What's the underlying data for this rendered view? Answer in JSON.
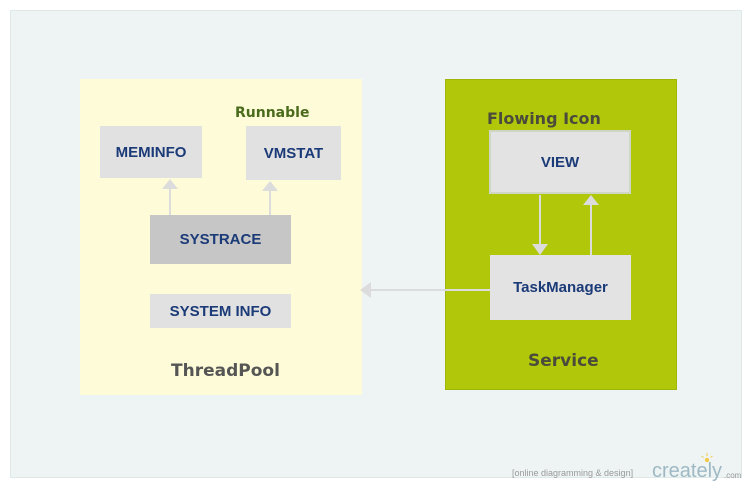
{
  "panels": {
    "threadpool": {
      "title": "ThreadPool",
      "subtitle": "Runnable"
    },
    "service": {
      "title": "Service",
      "subtitle": "Flowing Icon"
    }
  },
  "nodes": {
    "meminfo": "MEMINFO",
    "vmstat": "VMSTAT",
    "systrace": "SYSTRACE",
    "system_info": "SYSTEM INFO",
    "view": "VIEW",
    "task_manager": "TaskManager"
  },
  "footer": {
    "tagline": "[online diagramming & design]",
    "brand": "creately",
    "brand_suffix": ".com"
  },
  "colors": {
    "threadpool_bg": "#fefcd8",
    "service_bg": "#b0c809",
    "node_text": "#1b3a78",
    "arrow": "#dcdcdc"
  }
}
